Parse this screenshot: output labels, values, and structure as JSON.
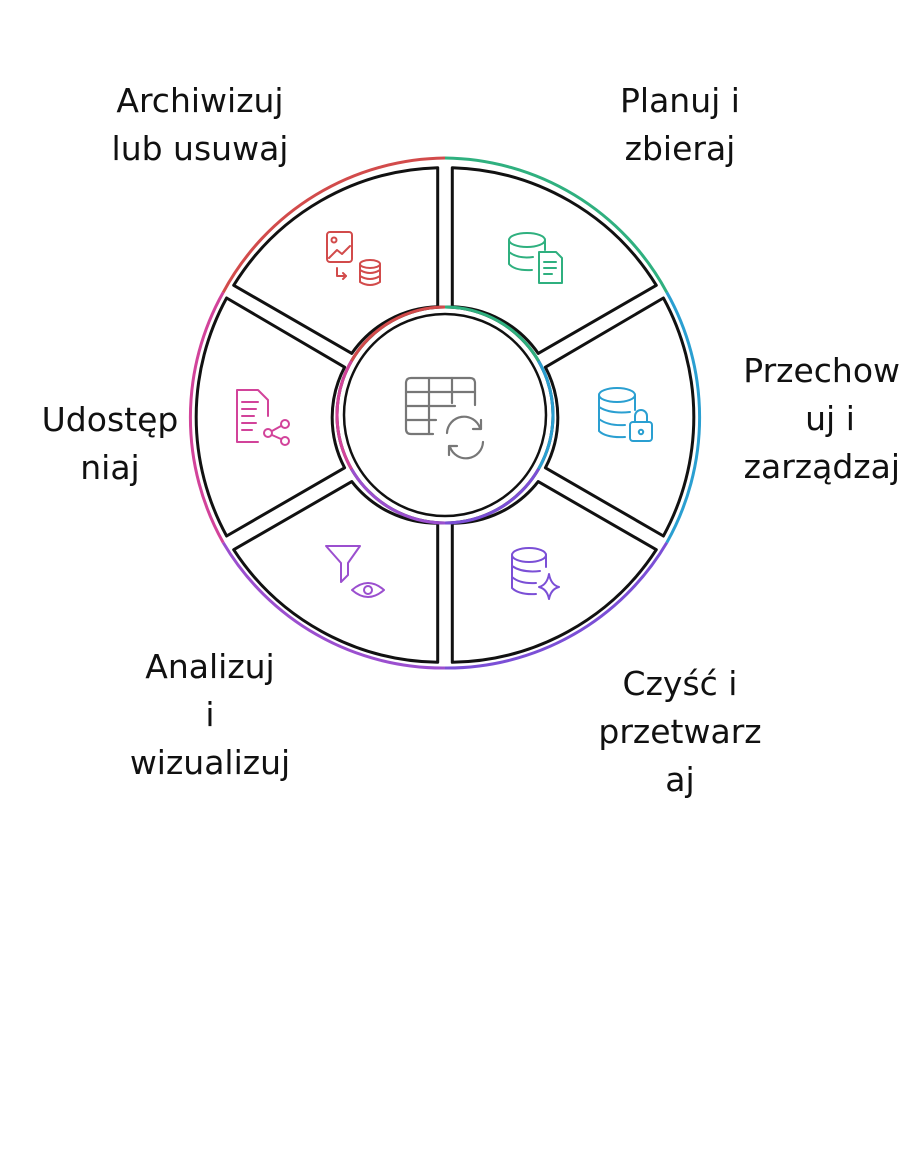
{
  "colors": {
    "archive": "#d24b4b",
    "plan": "#2fb07f",
    "store": "#2a9fd1",
    "clean": "#7b4fd6",
    "analyze": "#9b4fcf",
    "share": "#d2439a",
    "outline": "#111111",
    "center_icon": "#777777"
  },
  "center": {
    "icon": "table-refresh-icon"
  },
  "segments": [
    {
      "id": "archive",
      "icon": "image-to-database-icon",
      "label_lines": [
        "Archiwizuj",
        "lub usuwaj"
      ]
    },
    {
      "id": "plan",
      "icon": "database-document-icon",
      "label_lines": [
        "Planuj i",
        "zbieraj"
      ]
    },
    {
      "id": "store",
      "icon": "database-lock-icon",
      "label_lines": [
        "Przechow",
        "uj i",
        "zarządzaj"
      ]
    },
    {
      "id": "clean",
      "icon": "database-sparkle-icon",
      "label_lines": [
        "Czyść i",
        "przetwarz",
        "aj"
      ]
    },
    {
      "id": "analyze",
      "icon": "filter-eye-icon",
      "label_lines": [
        "Analizuj",
        "i",
        "wizualizuj"
      ]
    },
    {
      "id": "share",
      "icon": "document-share-icon",
      "label_lines": [
        "Udostęp",
        "niaj"
      ]
    }
  ]
}
